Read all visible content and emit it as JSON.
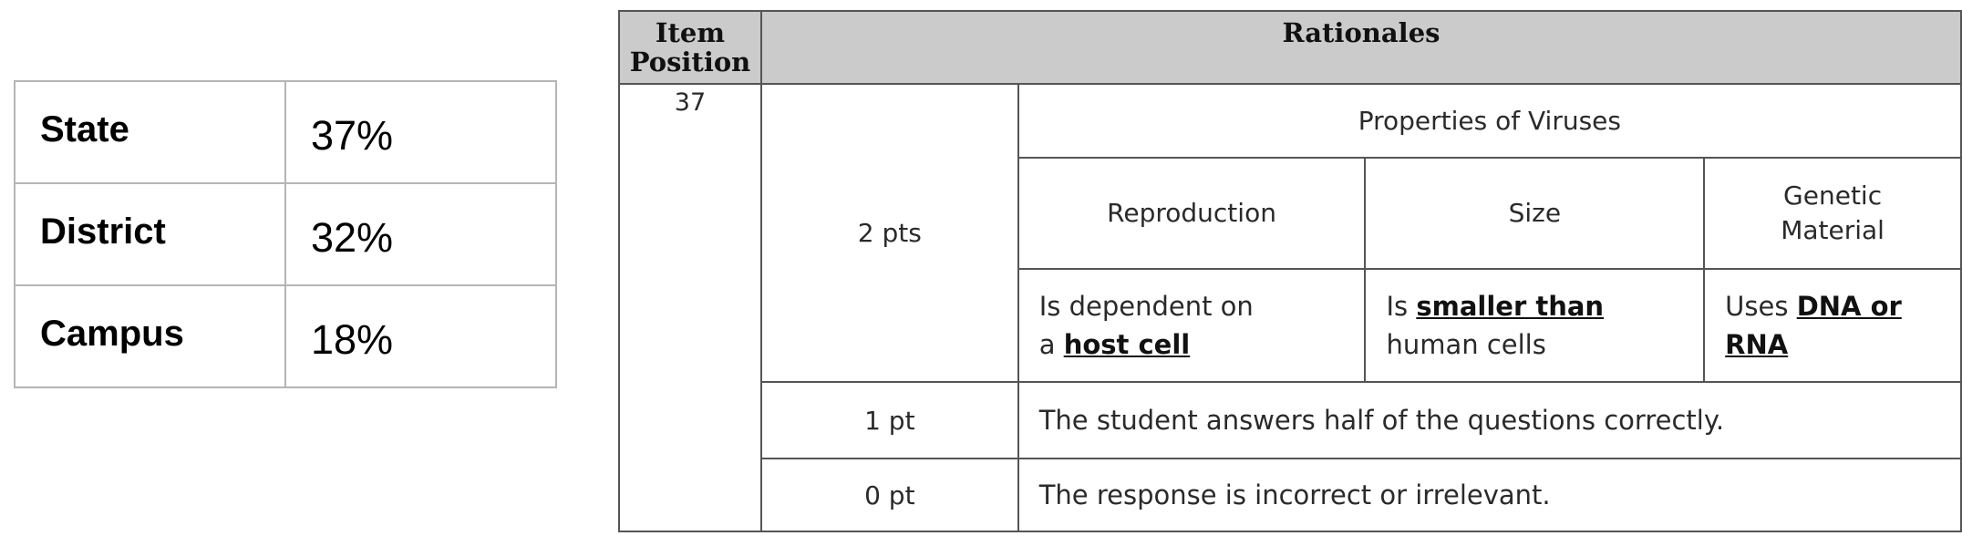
{
  "summary": [
    {
      "label": "State",
      "value": "37%"
    },
    {
      "label": "District",
      "value": "32%"
    },
    {
      "label": "Campus",
      "value": "18%"
    }
  ],
  "rubric": {
    "header_item": "Item\nPosition",
    "header_rationales": "Rationales",
    "item_position": "37",
    "two_pts": "2 pts",
    "properties_title": "Properties of Viruses",
    "categories": [
      "Reproduction",
      "Size",
      "Genetic\nMaterial"
    ],
    "reproduction": {
      "pre": "Is dependent on\na ",
      "bold": "host cell",
      "post": ""
    },
    "size": {
      "pre": "Is ",
      "bold": "smaller than",
      "post": "\nhuman cells"
    },
    "genetic": {
      "pre": "Uses ",
      "bold": "DNA or\nRNA",
      "post": ""
    },
    "one_pt": "1 pt",
    "one_pt_text": "The student answers half of the questions correctly.",
    "zero_pt": "0 pt",
    "zero_pt_text": "The response is incorrect or irrelevant."
  }
}
